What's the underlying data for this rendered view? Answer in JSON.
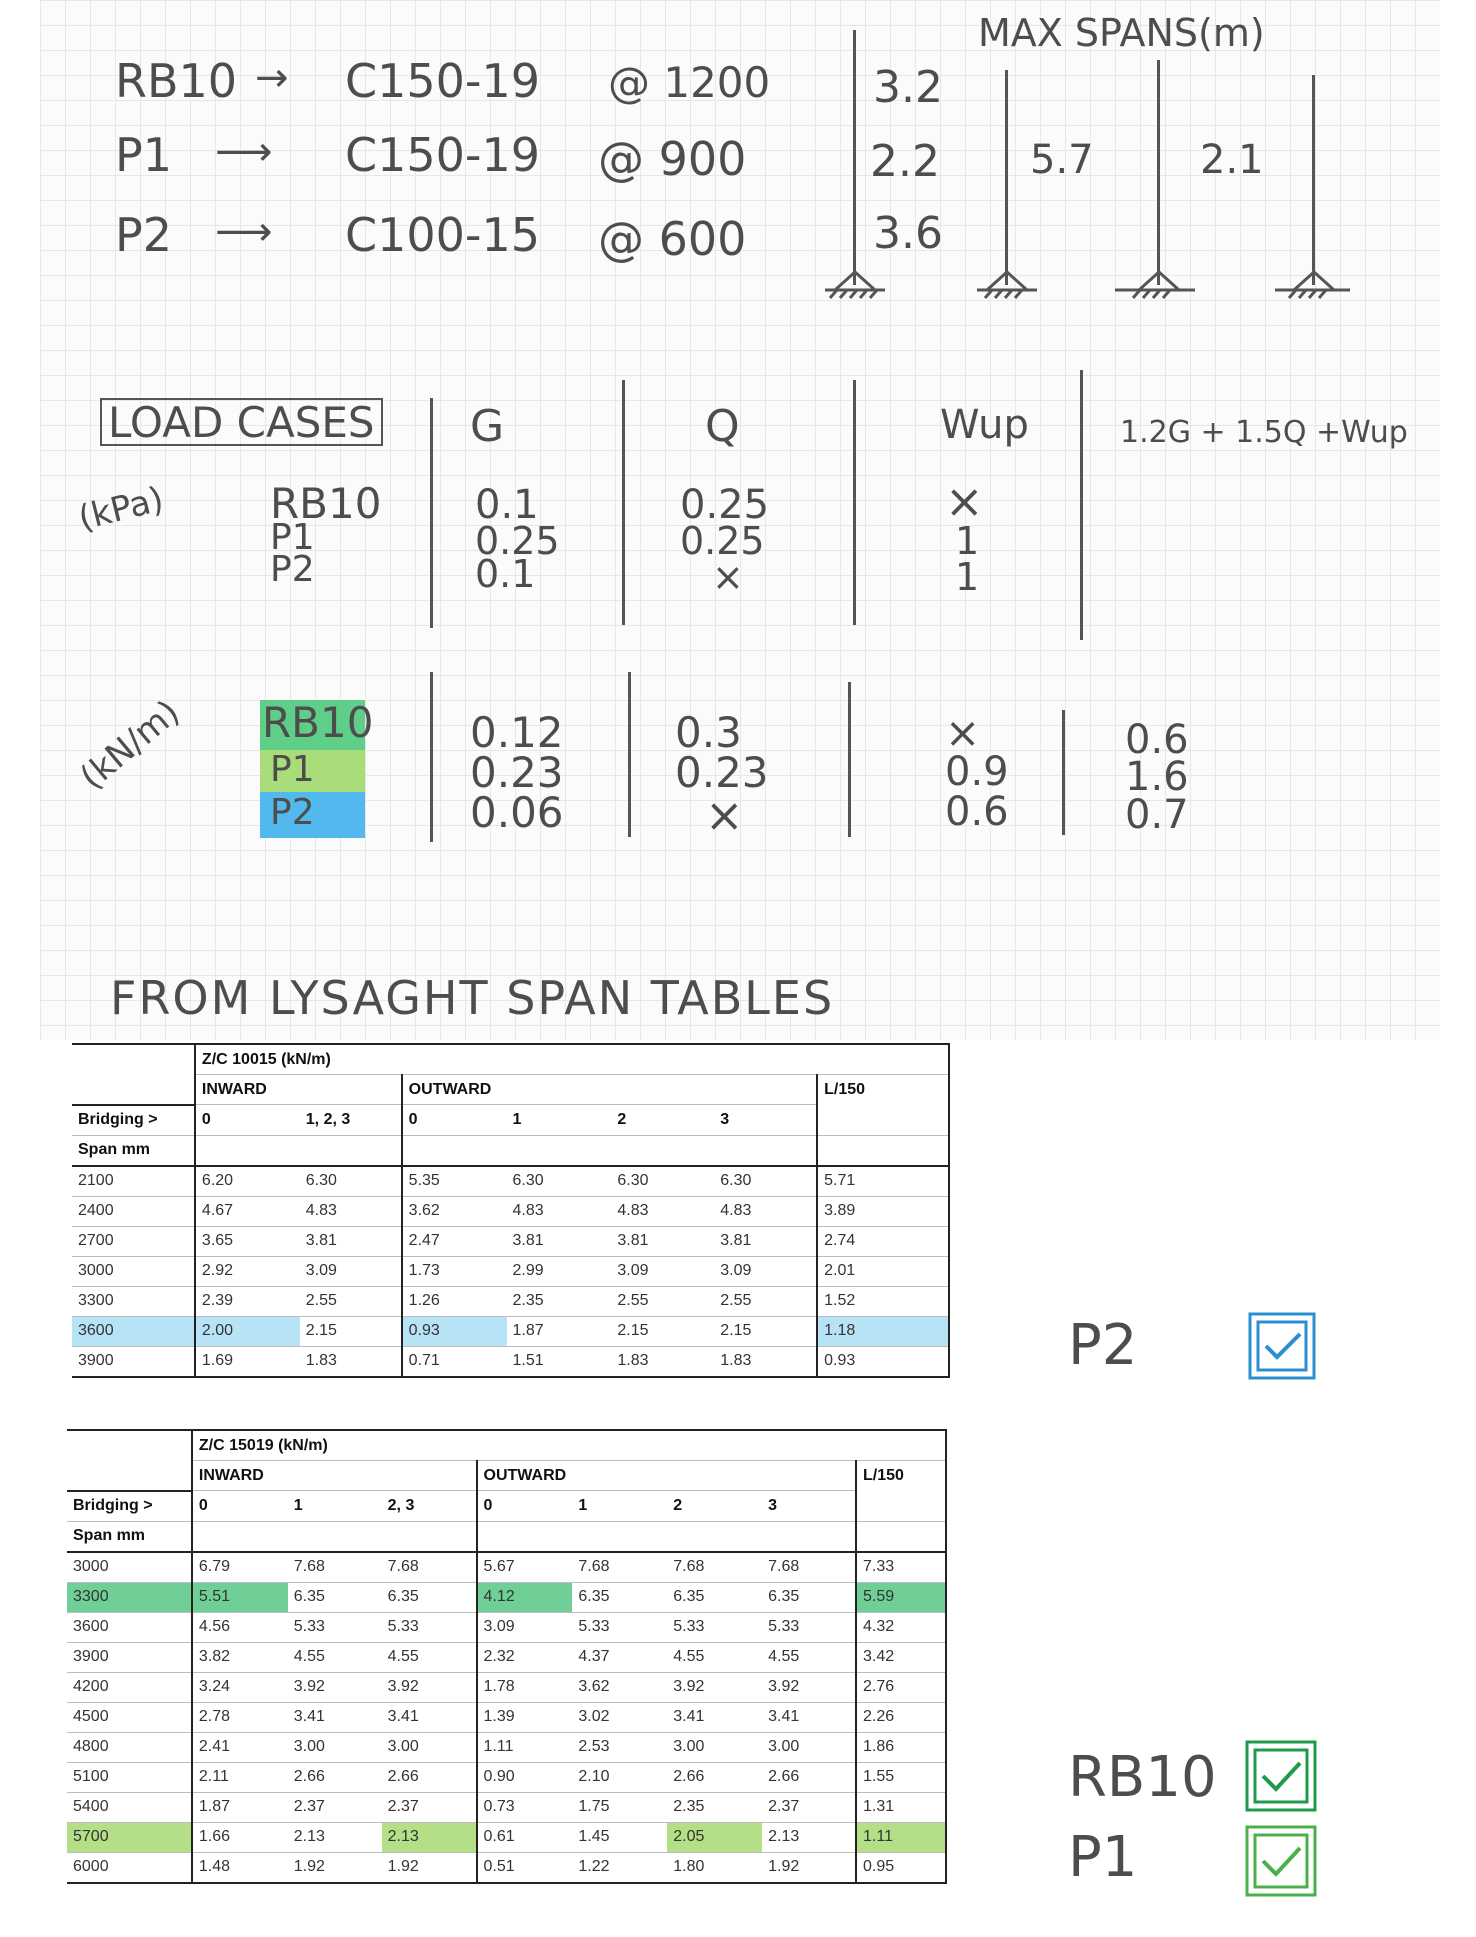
{
  "notes": {
    "members": [
      {
        "name": "RB10",
        "arrow": "→",
        "section": "C150-19",
        "spacing": "@ 1200"
      },
      {
        "name": "P1",
        "arrow": "⟶",
        "section": "C150-19",
        "spacing": "@ 900"
      },
      {
        "name": "P2",
        "arrow": "⟶",
        "section": "C100-15",
        "spacing": "@ 600"
      }
    ],
    "max_spans_title": "MAX  SPANS(m)",
    "spans_col1": [
      "3.2",
      "2.2",
      "3.6"
    ],
    "span_5_7": "5.7",
    "span_2_1": "2.1",
    "load_cases_title": "LOAD CASES",
    "unit_kpa": "(kPa)",
    "unit_knm": "(kN/m)",
    "case_names": [
      "RB10",
      "P1",
      "P2"
    ],
    "headers": {
      "g": "G",
      "q": "Q",
      "wup": "Wup",
      "combo": "1.2G + 1.5Q +Wup"
    },
    "kpa": {
      "g": [
        "0.1",
        "0.25",
        "0.1"
      ],
      "q": [
        "0.25",
        "0.25",
        "×"
      ],
      "wup": [
        "×",
        "1",
        "1"
      ]
    },
    "knm": {
      "g": [
        "0.12",
        "0.23",
        "0.06"
      ],
      "q": [
        "0.3",
        "0.23",
        "×"
      ],
      "wup": [
        "×",
        "0.9",
        "0.6"
      ],
      "combo": [
        "0.6",
        "1.6",
        "0.7"
      ]
    },
    "source": "FROM  LYSAGHT SPAN TABLES"
  },
  "table1": {
    "title": "Z/C 10015 (kN/m)",
    "inward": "INWARD",
    "outward": "OUTWARD",
    "l150": "L/150",
    "bridging": "Bridging >",
    "span_mm": "Span mm",
    "cols": [
      "0",
      "1, 2, 3",
      "0",
      "1",
      "2",
      "3"
    ],
    "rows": [
      [
        "2100",
        "6.20",
        "6.30",
        "5.35",
        "6.30",
        "6.30",
        "6.30",
        "5.71"
      ],
      [
        "2400",
        "4.67",
        "4.83",
        "3.62",
        "4.83",
        "4.83",
        "4.83",
        "3.89"
      ],
      [
        "2700",
        "3.65",
        "3.81",
        "2.47",
        "3.81",
        "3.81",
        "3.81",
        "2.74"
      ],
      [
        "3000",
        "2.92",
        "3.09",
        "1.73",
        "2.99",
        "3.09",
        "3.09",
        "2.01"
      ],
      [
        "3300",
        "2.39",
        "2.55",
        "1.26",
        "2.35",
        "2.55",
        "2.55",
        "1.52"
      ],
      [
        "3600",
        "2.00",
        "2.15",
        "0.93",
        "1.87",
        "2.15",
        "2.15",
        "1.18"
      ],
      [
        "3900",
        "1.69",
        "1.83",
        "0.71",
        "1.51",
        "1.83",
        "1.83",
        "0.93"
      ]
    ]
  },
  "table2": {
    "title": "Z/C 15019 (kN/m)",
    "inward": "INWARD",
    "outward": "OUTWARD",
    "l150": "L/150",
    "bridging": "Bridging >",
    "span_mm": "Span mm",
    "cols": [
      "0",
      "1",
      "2, 3",
      "0",
      "1",
      "2",
      "3"
    ],
    "rows": [
      [
        "3000",
        "6.79",
        "7.68",
        "7.68",
        "5.67",
        "7.68",
        "7.68",
        "7.68",
        "7.33"
      ],
      [
        "3300",
        "5.51",
        "6.35",
        "6.35",
        "4.12",
        "6.35",
        "6.35",
        "6.35",
        "5.59"
      ],
      [
        "3600",
        "4.56",
        "5.33",
        "5.33",
        "3.09",
        "5.33",
        "5.33",
        "5.33",
        "4.32"
      ],
      [
        "3900",
        "3.82",
        "4.55",
        "4.55",
        "2.32",
        "4.37",
        "4.55",
        "4.55",
        "3.42"
      ],
      [
        "4200",
        "3.24",
        "3.92",
        "3.92",
        "1.78",
        "3.62",
        "3.92",
        "3.92",
        "2.76"
      ],
      [
        "4500",
        "2.78",
        "3.41",
        "3.41",
        "1.39",
        "3.02",
        "3.41",
        "3.41",
        "2.26"
      ],
      [
        "4800",
        "2.41",
        "3.00",
        "3.00",
        "1.11",
        "2.53",
        "3.00",
        "3.00",
        "1.86"
      ],
      [
        "5100",
        "2.11",
        "2.66",
        "2.66",
        "0.90",
        "2.10",
        "2.66",
        "2.66",
        "1.55"
      ],
      [
        "5400",
        "1.87",
        "2.37",
        "2.37",
        "0.73",
        "1.75",
        "2.35",
        "2.37",
        "1.31"
      ],
      [
        "5700",
        "1.66",
        "2.13",
        "2.13",
        "0.61",
        "1.45",
        "2.05",
        "2.13",
        "1.11"
      ],
      [
        "6000",
        "1.48",
        "1.92",
        "1.92",
        "0.51",
        "1.22",
        "1.80",
        "1.92",
        "0.95"
      ]
    ]
  },
  "checks": {
    "p2": "P2",
    "rb10": "RB10",
    "p1": "P1",
    "p2_color": "#2a8fd0",
    "rb10_color": "#1f9a4a",
    "p1_color": "#4cb04a"
  }
}
